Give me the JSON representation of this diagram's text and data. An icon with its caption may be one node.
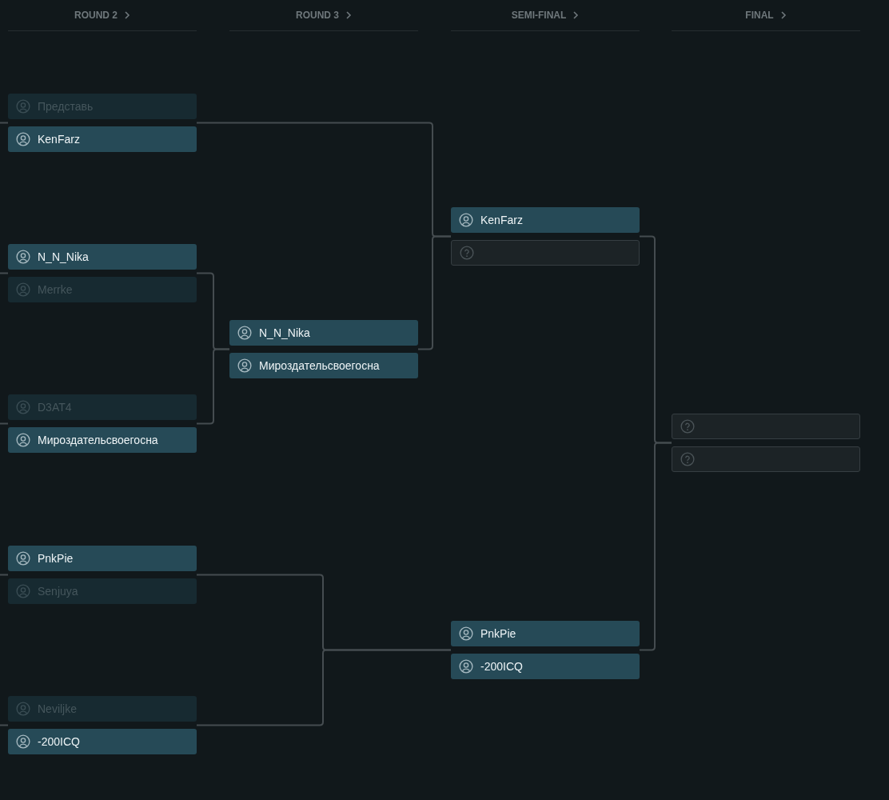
{
  "diagram": {
    "nodes": [
      {
        "text": [
          "Представь"
        ]
      },
      {
        "text": [
          "KenFarz"
        ]
      },
      {
        "text": [
          "N_N_Nika"
        ]
      },
      {
        "text": [
          "Merrke"
        ]
      },
      {
        "text": [
          "D3AT4"
        ]
      },
      {
        "text": [
          "Мироздательсвоегосна"
        ]
      },
      {
        "text": [
          "PnkPie"
        ]
      },
      {
        "text": [
          "Senjuya"
        ]
      },
      {
        "text": [
          "Neviljke"
        ]
      },
      {
        "text": [
          "-200ICQ"
        ]
      },
      {
        "text": [
          "N_N_Nika"
        ]
      },
      {
        "text": [
          "Мироздательсвоегосна"
        ]
      },
      {
        "text": [
          "KenFarz"
        ]
      },
      {
        "text": [],
        "shape": "box"
      },
      {
        "text": [
          "PnkPie"
        ]
      },
      {
        "text": [
          "-200ICQ"
        ]
      },
      {
        "text": [],
        "shape": "box"
      },
      {
        "text": [],
        "shape": "box"
      }
    ],
    "edges": [
      {
        "from": null,
        "to": 0,
        "arrow": "none"
      },
      {
        "from": null,
        "to": 2,
        "arrow": "none"
      },
      {
        "from": null,
        "to": 4,
        "arrow": "none"
      },
      {
        "from": null,
        "to": 6,
        "arrow": "none"
      },
      {
        "from": null,
        "to": 8,
        "arrow": "none"
      },
      {
        "from": 0,
        "to": 12,
        "arrow": "none"
      },
      {
        "from": 1,
        "to": 12,
        "arrow": "none"
      },
      {
        "from": 2,
        "to": 10,
        "arrow": "none"
      },
      {
        "from": 3,
        "to": 10,
        "arrow": "none"
      },
      {
        "from": 4,
        "to": 11,
        "arrow": "none"
      },
      {
        "from": 5,
        "to": 11,
        "arrow": "none"
      },
      {
        "from": 6,
        "to": 14,
        "arrow": "none"
      },
      {
        "from": 7,
        "to": 14,
        "arrow": "none"
      },
      {
        "from": 8,
        "to": 15,
        "arrow": "none"
      },
      {
        "from": 9,
        "to": 15,
        "arrow": "none"
      },
      {
        "from": 10,
        "to": 13,
        "arrow": "none"
      },
      {
        "from": 11,
        "to": 13,
        "arrow": "none"
      },
      {
        "from": 12,
        "to": 16,
        "arrow": "none"
      },
      {
        "from": 13,
        "to": 16,
        "arrow": "none"
      },
      {
        "from": 14,
        "to": 17,
        "arrow": "none"
      },
      {
        "from": 15,
        "to": 17,
        "arrow": "none"
      }
    ],
    "labels": [
      "ROUND 2",
      "ROUND 3",
      "SEMI-FINAL",
      "FINAL"
    ]
  }
}
